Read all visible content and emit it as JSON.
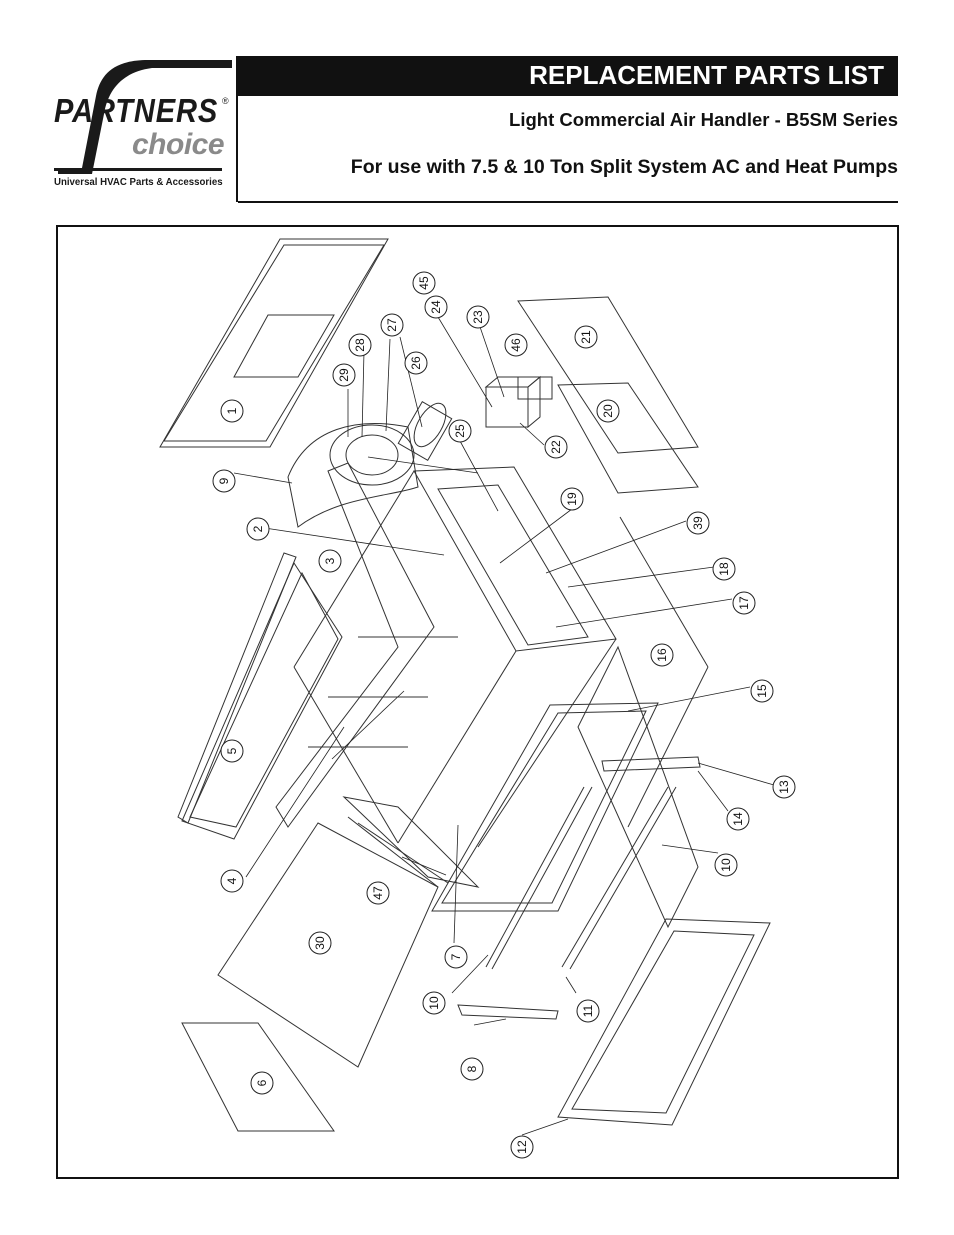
{
  "logo": {
    "brand": "PARTNERS",
    "registered": "®",
    "sub": "choice",
    "tagline": "Universal HVAC Parts & Accessories"
  },
  "header": {
    "title": "REPLACEMENT PARTS LIST",
    "subtitle_model": "Light Commercial Air Handler - B5SM Series",
    "subtitle_use": "For use with 7.5 & 10 Ton Split System AC and Heat Pumps"
  },
  "diagram": {
    "callouts": [
      "1",
      "2",
      "3",
      "4",
      "5",
      "6",
      "7",
      "8",
      "9",
      "10",
      "10",
      "11",
      "12",
      "13",
      "14",
      "15",
      "16",
      "17",
      "18",
      "19",
      "20",
      "21",
      "22",
      "23",
      "24",
      "25",
      "26",
      "27",
      "28",
      "29",
      "30",
      "39",
      "45",
      "46",
      "47"
    ]
  }
}
